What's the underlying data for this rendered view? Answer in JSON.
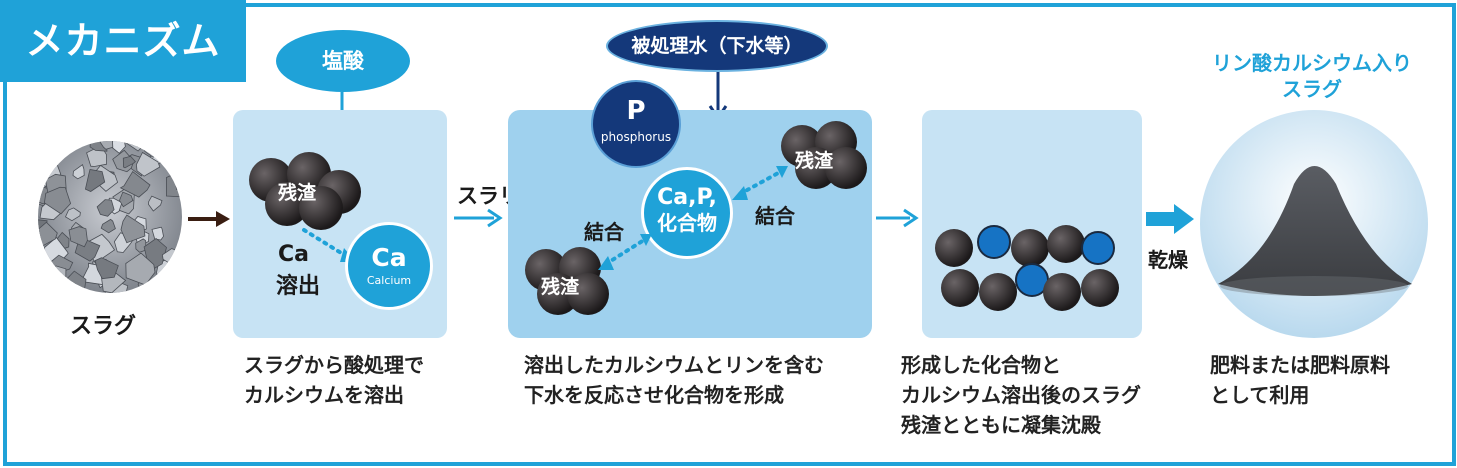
{
  "title": "メカニズム",
  "inputs": {
    "hydrochloric_acid": "塩酸",
    "treated_water": "被処理水（下水等）"
  },
  "stage1": {
    "image_label": "スラグ"
  },
  "stage2": {
    "residue": "残渣",
    "ca_dissolve_1": "Ca",
    "ca_dissolve_2": "溶出",
    "ca_symbol": "Ca",
    "ca_name": "Calcium",
    "caption_1": "スラグから酸処理で",
    "caption_2": "カルシウムを溶出",
    "slurry": "スラリー"
  },
  "stage3": {
    "p_symbol": "P",
    "p_name": "phosphorus",
    "compound_1": "Ca,P,",
    "compound_2": "化合物",
    "bond_left": "結合",
    "bond_right": "結合",
    "residue_top": "残渣",
    "residue_bottom": "残渣",
    "caption_1": "溶出したカルシウムとリンを含む",
    "caption_2": "下水を反応させ化合物を形成"
  },
  "stage4": {
    "caption_1": "形成した化合物と",
    "caption_2": "カルシウム溶出後のスラグ",
    "caption_3": "残渣とともに凝集沈殿",
    "dry": "乾燥"
  },
  "stage5": {
    "title_1": "リン酸カルシウム入り",
    "title_2": "スラグ",
    "caption_1": "肥料または肥料原料",
    "caption_2": "として利用"
  },
  "colors": {
    "accent": "#1fa2d8",
    "navy": "#14387a",
    "panel_light": "#c7e3f4",
    "panel_mid": "#9fd1ee",
    "residue": "#2a2628",
    "compound_dot": "#1673c4"
  }
}
